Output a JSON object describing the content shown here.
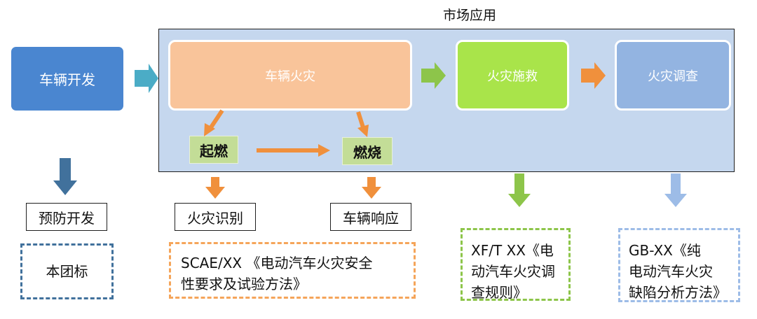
{
  "market": {
    "title": "市场应用"
  },
  "dev": {
    "label": "车辆开发"
  },
  "stages": {
    "fire": "车辆火灾",
    "rescue": "火灾施救",
    "investigate": "火灾调查"
  },
  "phases": {
    "ignite": "起燃",
    "burn": "燃烧"
  },
  "outcomes": {
    "prevent": "预防开发",
    "identify": "火灾识别",
    "response": "车辆响应"
  },
  "standards": {
    "team": "本团标",
    "scae": [
      "SCAE/XX 《电动汽车火灾安全",
      "性要求及试验方法》"
    ],
    "xf": [
      "XF/T  XX《电",
      "动汽车火灾调",
      "查规则》"
    ],
    "gb": [
      "GB-XX《纯",
      "电动汽车火灾",
      "缺陷分析方法》"
    ]
  },
  "colors": {
    "dev": "#4a86d0",
    "panel": "#c5d7ee",
    "fire": "#f9c49a",
    "rescue": "#a9e44a",
    "investigate": "#93b4e1",
    "orange_arrow": "#f0903c",
    "green_arrow": "#8dc54a",
    "blue_arrow": "#9dbce7",
    "teal_arrow": "#4bacc6",
    "dark_blue_arrow": "#41719c"
  }
}
